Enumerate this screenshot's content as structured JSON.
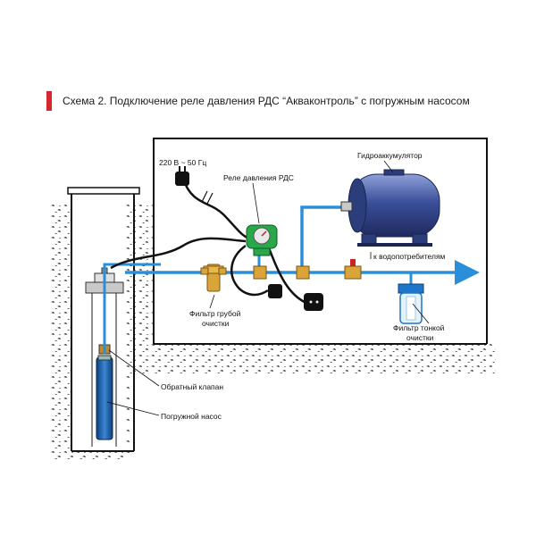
{
  "title": "Схема 2. Подключение реле давления РДС “Акваконтроль” с погружным насосом",
  "labels": {
    "power": "220 В ~ 50 Гц",
    "relay": "Реле давления РДС",
    "accumulator": "Гидроаккумулятор",
    "to_consumers": "к водопотребителям",
    "coarse_filter_line1": "Фильтр грубой",
    "coarse_filter_line2": "очистки",
    "fine_filter_line1": "Фильтр тонкой",
    "fine_filter_line2": "очистки",
    "check_valve": "Обратный клапан",
    "pump": "Погружной насос"
  },
  "colors": {
    "accent": "#d7262e",
    "pipe": "#2a8fd8",
    "tank": "#3b4f9a",
    "relay": "#29a84a",
    "brass": "#d9a53a",
    "filter_blue": "#1f76c9"
  }
}
